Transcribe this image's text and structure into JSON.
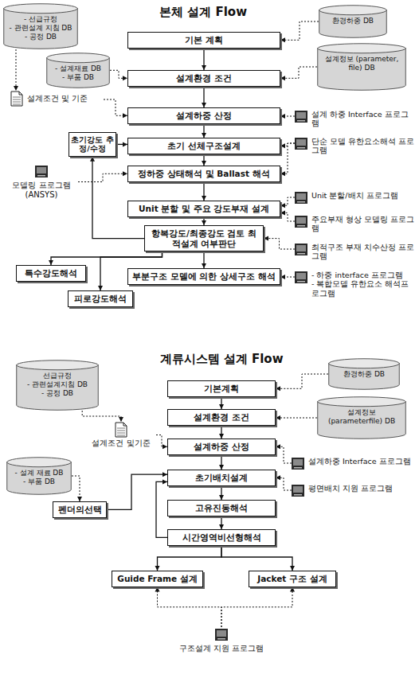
{
  "diagram": {
    "nodes": [
      {
        "text": [
          "기본 계획"
        ]
      },
      {
        "text": [
          "설계환경 조건"
        ]
      },
      {
        "text": [
          "설계하중 산정"
        ]
      },
      {
        "text": [
          "초기 선체구조설계"
        ]
      },
      {
        "text": [
          "정하중 상태해석 및 Ballast 해석"
        ]
      },
      {
        "text": [
          "Unit 분할 및 주요 강도부재 설계"
        ]
      },
      {
        "text": [
          "항복강도/최종강도 검토 최적설계 여부판단"
        ]
      },
      {
        "text": [
          "부분구조 모델에 의한 상세구조 해석"
        ]
      },
      {
        "text": [
          "- 선급규정",
          "- 관련설계 지침 DB",
          "- 공정 DB"
        ]
      },
      {
        "text": [
          "- 설계재료 DB",
          "- 부품 DB"
        ]
      },
      {
        "text": [
          "설계조건 및 기준"
        ]
      },
      {
        "text": [
          "초기강도 추정/수정"
        ]
      },
      {
        "text": [
          "모델링 프로그램 (ANSYS)"
        ]
      },
      {
        "text": [
          "특수강도해석"
        ]
      },
      {
        "text": [
          "피로강도해석"
        ]
      },
      {
        "text": [
          "환경하중 DB"
        ]
      },
      {
        "text": [
          "설계정보 (parameter, file) DB"
        ]
      },
      {
        "text": [
          "설계 하중 Interface 프로그램"
        ]
      },
      {
        "text": [
          "단순 모델 유한요소해석 프로그램"
        ]
      },
      {
        "text": [
          "Unit 분할/배치 프로그램"
        ]
      },
      {
        "text": [
          "주요부재 형상 모델링 프로그램"
        ]
      },
      {
        "text": [
          "최적구조 부재 치수산정 프로그램"
        ]
      },
      {
        "text": [
          "- 하중 interface 프로그램",
          "- 복합모델 유한요소 해석프로그램"
        ]
      },
      {
        "text": [
          "기본계획"
        ]
      },
      {
        "text": [
          "설계환경 조건"
        ]
      },
      {
        "text": [
          "설계하중 산정"
        ]
      },
      {
        "text": [
          "초기배치설계"
        ]
      },
      {
        "text": [
          "고유진동해석"
        ]
      },
      {
        "text": [
          "시간영역비선형해석"
        ]
      },
      {
        "text": [
          "Guide Frame 설계"
        ]
      },
      {
        "text": [
          "Jacket 구조 설계"
        ]
      },
      {
        "text": [
          "선급규정",
          "- 관련설계지침 DB",
          "- 공정 DB"
        ]
      },
      {
        "text": [
          "설계조건 및기준"
        ]
      },
      {
        "text": [
          "- 설계 재료 DB",
          "- 부품 DB"
        ]
      },
      {
        "text": [
          "펜더의선택"
        ]
      },
      {
        "text": [
          "환경하중 DB"
        ]
      },
      {
        "text": [
          "설계정보 (parameterfile) DB"
        ]
      },
      {
        "text": [
          "설계하중 Interface 프로그램"
        ]
      },
      {
        "text": [
          "평면배치 지원 프로그램"
        ]
      },
      {
        "text": [
          "구조설계 지원 프로그램"
        ]
      }
    ],
    "edges": [
      {
        "from": 0,
        "to": 1,
        "arrow": "to"
      },
      {
        "from": 1,
        "to": 2,
        "arrow": "to"
      },
      {
        "from": 2,
        "to": 3,
        "arrow": "to"
      },
      {
        "from": 3,
        "to": 4,
        "arrow": "to"
      },
      {
        "from": 4,
        "to": 5,
        "arrow": "to"
      },
      {
        "from": 5,
        "to": 6,
        "arrow": "to"
      },
      {
        "from": 6,
        "to": 7,
        "arrow": "to"
      },
      {
        "from": 6,
        "to": 11,
        "arrow": "to"
      },
      {
        "from": 11,
        "to": 3,
        "arrow": "to"
      },
      {
        "from": 6,
        "to": 13,
        "arrow": "to"
      },
      {
        "from": 6,
        "to": 14,
        "arrow": "to"
      },
      {
        "from": 8,
        "to": 10,
        "arrow": "to"
      },
      {
        "from": 10,
        "to": 2,
        "arrow": "to"
      },
      {
        "from": 9,
        "to": 1,
        "arrow": "to"
      },
      {
        "from": 15,
        "to": 0,
        "arrow": "to"
      },
      {
        "from": 16,
        "to": 1,
        "arrow": "to"
      },
      {
        "from": 17,
        "to": 2,
        "arrow": "to"
      },
      {
        "from": 18,
        "to": 3,
        "arrow": "to"
      },
      {
        "from": 18,
        "to": 4,
        "arrow": "to"
      },
      {
        "from": 19,
        "to": 5,
        "arrow": "to"
      },
      {
        "from": 20,
        "to": 5,
        "arrow": "to"
      },
      {
        "from": 21,
        "to": 6,
        "arrow": "to"
      },
      {
        "from": 22,
        "to": 7,
        "arrow": "to"
      },
      {
        "from": 12,
        "to": 4,
        "arrow": "to"
      },
      {
        "from": 23,
        "to": 24,
        "arrow": "to"
      },
      {
        "from": 24,
        "to": 25,
        "arrow": "to"
      },
      {
        "from": 25,
        "to": 26,
        "arrow": "to"
      },
      {
        "from": 26,
        "to": 27,
        "arrow": "to"
      },
      {
        "from": 27,
        "to": 28,
        "arrow": "to"
      },
      {
        "from": 28,
        "to": 29,
        "arrow": "to"
      },
      {
        "from": 28,
        "to": 30,
        "arrow": "to"
      },
      {
        "from": 28,
        "to": 26,
        "arrow": "to"
      },
      {
        "from": 39,
        "to": 29,
        "arrow": "to"
      },
      {
        "from": 39,
        "to": 30,
        "arrow": "to"
      },
      {
        "from": 33,
        "to": 34,
        "arrow": "to"
      },
      {
        "from": 31,
        "to": 32,
        "arrow": "to"
      },
      {
        "from": 32,
        "to": 25,
        "arrow": "to"
      },
      {
        "from": 35,
        "to": 23,
        "arrow": "to"
      },
      {
        "from": 36,
        "to": 24,
        "arrow": "to"
      },
      {
        "from": 37,
        "to": 25,
        "arrow": "to"
      },
      {
        "from": 38,
        "to": 26,
        "arrow": "to"
      },
      {
        "from": 34,
        "to": 26,
        "arrow": "to"
      }
    ],
    "labels": [
      "본체 설계 Flow",
      "계류시스템 설계 Flow"
    ]
  }
}
